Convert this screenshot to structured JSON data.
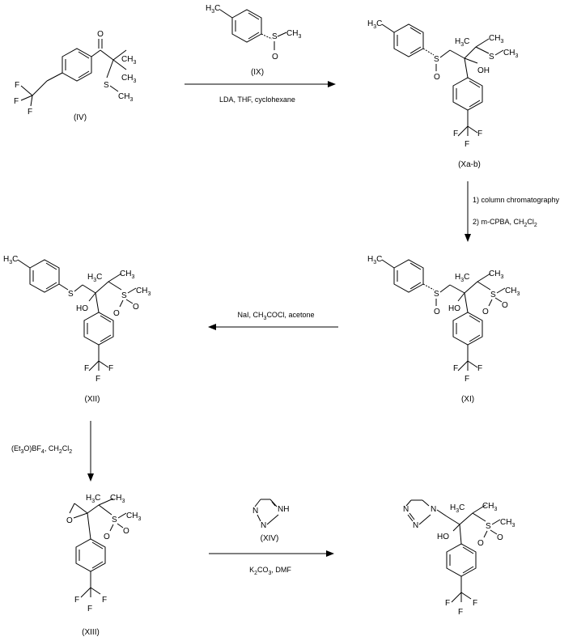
{
  "compounds": {
    "IV": "(IV)",
    "IX": "(IX)",
    "Xab": "(Xa-b)",
    "XI": "(XI)",
    "XII": "(XII)",
    "XIII": "(XIII)",
    "XIV": "(XIV)",
    "final": ""
  },
  "conditions": {
    "step1": "LDA, THF, cyclohexane",
    "step2a": "1) column chromatography",
    "step2b_pre": "2) m-CPBA, CH",
    "step2b_sub": "2",
    "step2b_mid": "Cl",
    "step2b_sub2": "2",
    "step3_pre": "NaI, CH",
    "step3_sub": "3",
    "step3_post": "COCl, acetone",
    "step4_pre": "(Et",
    "step4_sub": "3",
    "step4_mid": "O)BF",
    "step4_sub2": "4",
    "step4_post": ", CH",
    "step4_sub3": "2",
    "step4_mid2": "Cl",
    "step4_sub4": "2",
    "step5_pre": "K",
    "step5_sub": "2",
    "step5_mid": "CO",
    "step5_sub2": "3",
    "step5_post": ", DMF"
  },
  "atoms": {
    "O": "O",
    "S": "S",
    "F": "F",
    "OH": "OH",
    "HO": "HO",
    "N": "N",
    "NH": "NH",
    "H3C_H": "H",
    "H3C_3": "3",
    "H3C_C": "C",
    "CH3_CH": "CH",
    "CH3_3": "3"
  }
}
